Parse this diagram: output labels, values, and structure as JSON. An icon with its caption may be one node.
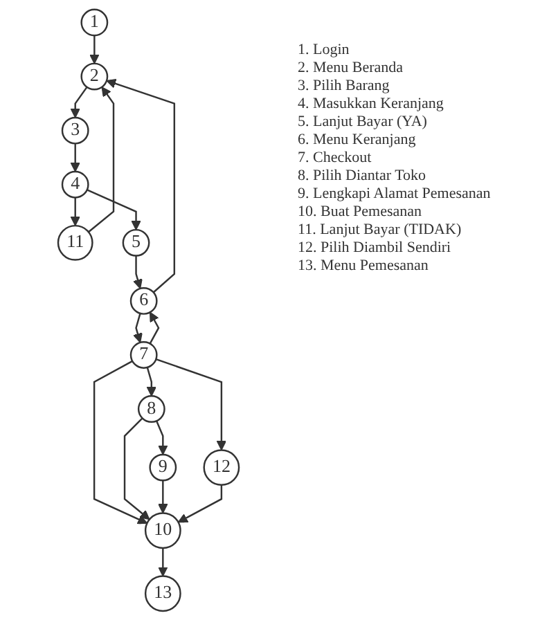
{
  "diagram": {
    "nodes": [
      {
        "text": [
          "1"
        ]
      },
      {
        "text": [
          "2"
        ]
      },
      {
        "text": [
          "3"
        ]
      },
      {
        "text": [
          "4"
        ]
      },
      {
        "text": [
          "11"
        ]
      },
      {
        "text": [
          "5"
        ]
      },
      {
        "text": [
          "6"
        ]
      },
      {
        "text": [
          "7"
        ]
      },
      {
        "text": [
          "12"
        ]
      },
      {
        "text": [
          "8"
        ]
      },
      {
        "text": [
          "9"
        ]
      },
      {
        "text": [
          "10"
        ]
      },
      {
        "text": [
          "13"
        ]
      }
    ],
    "edges": [
      {
        "from": 0,
        "to": 1,
        "arrow": "to"
      },
      {
        "from": 1,
        "to": 2,
        "arrow": "to"
      },
      {
        "from": 2,
        "to": 3,
        "arrow": "to"
      },
      {
        "from": 3,
        "to": 4,
        "arrow": "to"
      },
      {
        "from": 3,
        "to": 5,
        "arrow": "to"
      },
      {
        "from": 4,
        "to": 1,
        "arrow": "to"
      },
      {
        "from": 5,
        "to": 6,
        "arrow": "to"
      },
      {
        "from": 6,
        "to": 1,
        "arrow": "to"
      },
      {
        "from": 6,
        "to": 7,
        "arrow": "to"
      },
      {
        "from": 7,
        "to": 6,
        "arrow": "to"
      },
      {
        "from": 7,
        "to": 8,
        "arrow": "to"
      },
      {
        "from": 7,
        "to": 11,
        "arrow": "to"
      },
      {
        "from": 7,
        "to": 9,
        "arrow": "to"
      },
      {
        "from": 9,
        "to": 10,
        "arrow": "to"
      },
      {
        "from": 9,
        "to": 11,
        "arrow": "to"
      },
      {
        "from": 10,
        "to": 11,
        "arrow": "to"
      },
      {
        "from": 8,
        "to": 11,
        "arrow": "to"
      },
      {
        "from": 11,
        "to": 12,
        "arrow": "to"
      }
    ],
    "labels": [
      "1. Login",
      "2. Menu Beranda",
      "3. Pilih Barang",
      "4. Masukkan Keranjang",
      "5. Lanjut Bayar (YA)",
      "6. Menu Keranjang",
      "7. Checkout",
      "8. Pilih Diantar Toko",
      "9. Lengkapi Alamat Pemesanan",
      "10. Buat Pemesanan",
      "11. Lanjut Bayar (TIDAK)",
      "12. Pilih Diambil Sendiri",
      "13. Menu Pemesanan"
    ]
  }
}
